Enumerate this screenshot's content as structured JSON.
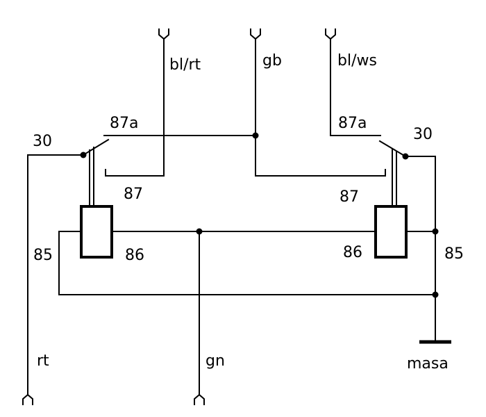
{
  "labels": {
    "wire_bl_rt": "bl/rt",
    "wire_gb": "gb",
    "wire_bl_ws": "bl/ws",
    "left_87a": "87a",
    "right_87a": "87a",
    "left_30": "30",
    "right_30": "30",
    "left_87": "87",
    "right_87": "87",
    "left_85": "85",
    "right_85": "85",
    "left_86": "86",
    "right_86": "86",
    "wire_rt": "rt",
    "wire_gn": "gn",
    "ground": "masa"
  },
  "colors": {
    "line": "#000000",
    "background": "#ffffff"
  }
}
